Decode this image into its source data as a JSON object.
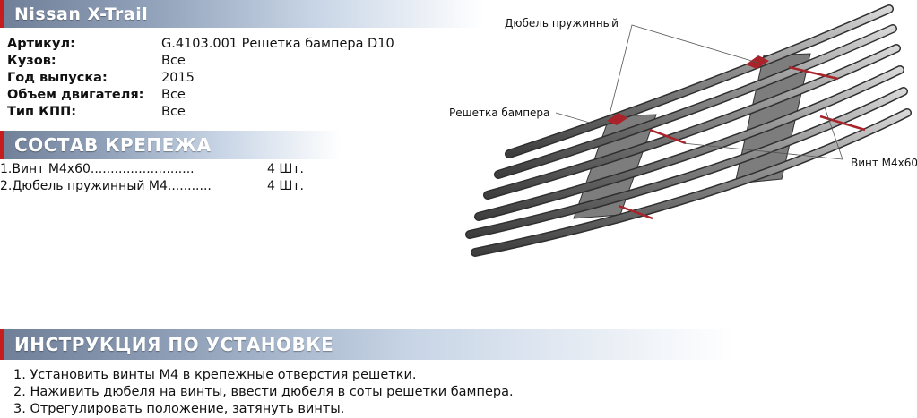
{
  "title": "Nissan X-Trail",
  "specs": [
    {
      "label": "Артикул:",
      "value": "G.4103.001 Решетка бампера D10"
    },
    {
      "label": "Кузов:",
      "value": "Все"
    },
    {
      "label": "Год выпуска:",
      "value": "2015"
    },
    {
      "label": "Объем двигателя:",
      "value": "Все"
    },
    {
      "label": "Тип КПП:",
      "value": "Все"
    }
  ],
  "kit": {
    "heading": "СОСТАВ КРЕПЕЖА",
    "items": [
      {
        "name": "1.Винт М4х60..........................",
        "qty": "4 Шт."
      },
      {
        "name": "2.Дюбель пружинный М4...........",
        "qty": "4 Шт."
      }
    ]
  },
  "diagram": {
    "callouts": {
      "dowel": "Дюбель пружинный",
      "grille": "Решетка бампера",
      "screw": "Винт М4х60"
    },
    "colors": {
      "tube": "#8a8a8a",
      "plate": "#7a7a7a",
      "fastener": "#a8242a"
    }
  },
  "instructions": {
    "heading": "ИНСТРУКЦИЯ ПО УСТАНОВКЕ",
    "steps": [
      "1. Установить винты М4 в крепежные отверстия решетки.",
      "2. Наживить дюбеля на винты, ввести дюбеля в соты решетки бампера.",
      "3. Отрегулировать положение, затянуть винты."
    ]
  }
}
